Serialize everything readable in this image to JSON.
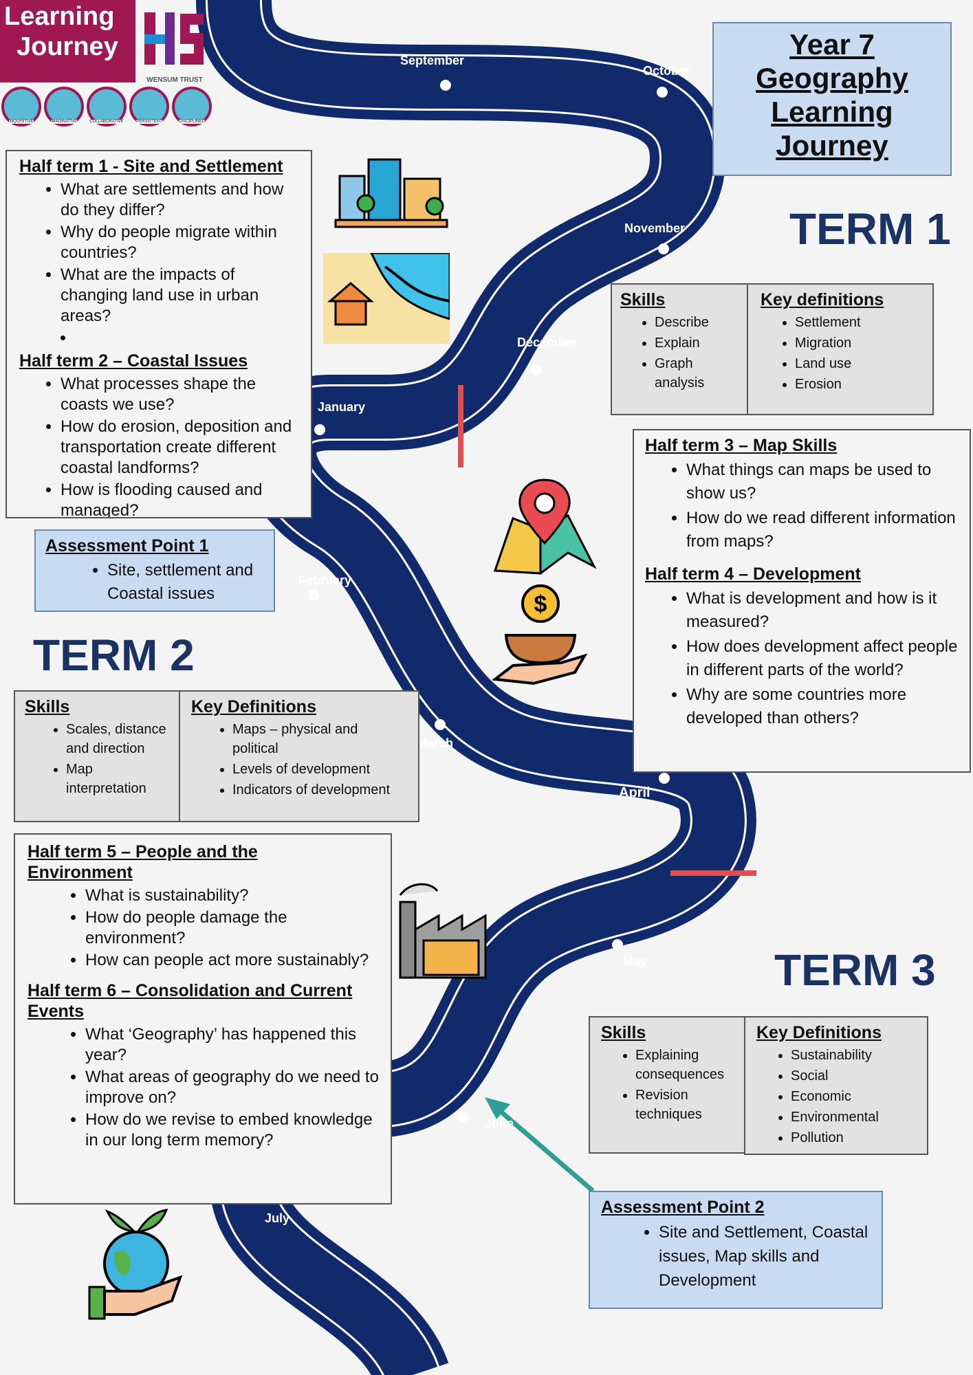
{
  "logo": {
    "line1": "Learning",
    "line2": "Journey",
    "trust": "WENSUM TRUST"
  },
  "values": [
    "INQUISITIVE",
    "IMAGINATIVE",
    "COLLABORATIVE",
    "PERSISTENT",
    "DISCIPLINED"
  ],
  "title": {
    "line1": "Year 7",
    "line2": "Geography",
    "line3": "Learning",
    "line4": "Journey"
  },
  "months": [
    "September",
    "October",
    "November",
    "December",
    "January",
    "February",
    "March",
    "April",
    "May",
    "June",
    "July"
  ],
  "terms": {
    "t1": "TERM 1",
    "t2": "TERM 2",
    "t3": "TERM 3"
  },
  "ht12": {
    "h1": "Half term 1 - Site and Settlement",
    "q1": [
      "What are settlements and how do they differ?",
      "Why do people migrate within countries?",
      "What are the impacts of changing land use in urban areas?",
      ""
    ],
    "h2": "Half term 2 – Coastal Issues",
    "q2": [
      "What processes shape the coasts we use?",
      "How do erosion, deposition and transportation create different coastal landforms?",
      "How is flooding caused and managed?"
    ]
  },
  "ap1": {
    "heading": "Assessment Point 1",
    "item": "Site, settlement and Coastal issues"
  },
  "term1": {
    "skills_h": "Skills",
    "skills": [
      "Describe",
      "Explain",
      "Graph analysis"
    ],
    "defs_h": "Key definitions",
    "defs": [
      "Settlement",
      "Migration",
      "Land use",
      "Erosion"
    ]
  },
  "ht34": {
    "h3": "Half term 3 – Map Skills",
    "q3": [
      "What things can maps be used to show us?",
      "How do we read different information from maps?"
    ],
    "h4": "Half term 4 – Development",
    "q4": [
      "What is development and how is it measured?",
      "How does development affect people in different parts of the world?",
      "Why are some countries more developed than others?"
    ]
  },
  "term2": {
    "skills_h": "Skills",
    "skills": [
      "Scales, distance and direction",
      "Map interpretation"
    ],
    "defs_h": "Key Definitions",
    "defs": [
      "Maps – physical and political",
      "Levels of development",
      "Indicators of development"
    ]
  },
  "ht56": {
    "h5": "Half term 5 – People and the Environment",
    "q5": [
      "What is sustainability?",
      "How do people damage the environment?",
      "How can people act more sustainably?"
    ],
    "h6": "Half term 6 – Consolidation and Current Events",
    "q6": [
      "What ‘Geography’ has happened this year?",
      "What areas of geography do we need to improve on?",
      "How do we revise to embed knowledge in our long term memory?"
    ]
  },
  "term3": {
    "skills_h": "Skills",
    "skills": [
      "Explaining consequences",
      "Revision techniques"
    ],
    "defs_h": "Key Definitions",
    "defs": [
      "Sustainability",
      "Social",
      "Economic",
      "Environmental",
      "Pollution"
    ]
  },
  "ap2": {
    "heading": "Assessment Point 2",
    "item": "Site and Settlement, Coastal issues, Map skills and Development"
  },
  "colors": {
    "road": "#102a6b",
    "brand": "#a01853",
    "term": "#1b3364",
    "marker": "#e05050",
    "arrow": "#2e9e96"
  }
}
